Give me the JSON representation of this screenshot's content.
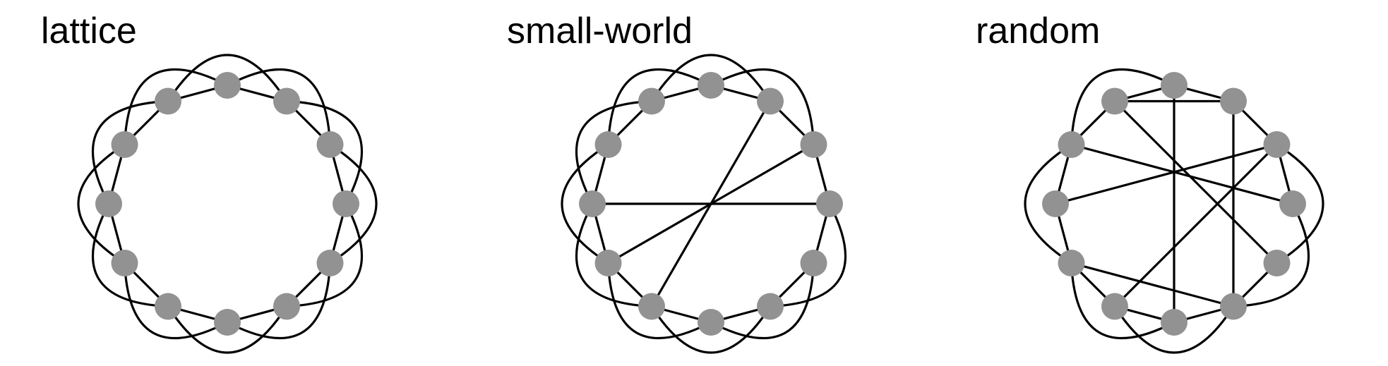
{
  "diagram": {
    "node_color": "#929292",
    "edge_color": "#000000",
    "node_count": 12,
    "panels": [
      {
        "title": "lattice",
        "ring_edges": [
          [
            0,
            1
          ],
          [
            1,
            2
          ],
          [
            2,
            3
          ],
          [
            3,
            4
          ],
          [
            4,
            5
          ],
          [
            5,
            6
          ],
          [
            6,
            7
          ],
          [
            7,
            8
          ],
          [
            8,
            9
          ],
          [
            9,
            10
          ],
          [
            10,
            11
          ],
          [
            11,
            0
          ]
        ],
        "skip_edges": [
          [
            0,
            2
          ],
          [
            1,
            3
          ],
          [
            2,
            4
          ],
          [
            3,
            5
          ],
          [
            4,
            6
          ],
          [
            5,
            7
          ],
          [
            6,
            8
          ],
          [
            7,
            9
          ],
          [
            8,
            10
          ],
          [
            9,
            11
          ],
          [
            10,
            0
          ],
          [
            11,
            1
          ]
        ],
        "chords": []
      },
      {
        "title": "small-world",
        "ring_edges": [
          [
            0,
            1
          ],
          [
            1,
            2
          ],
          [
            2,
            3
          ],
          [
            3,
            4
          ],
          [
            4,
            5
          ],
          [
            5,
            6
          ],
          [
            6,
            7
          ],
          [
            7,
            8
          ],
          [
            8,
            9
          ],
          [
            9,
            10
          ],
          [
            10,
            11
          ],
          [
            11,
            0
          ]
        ],
        "skip_edges": [
          [
            0,
            2
          ],
          [
            3,
            5
          ],
          [
            4,
            6
          ],
          [
            5,
            7
          ],
          [
            6,
            8
          ],
          [
            7,
            9
          ],
          [
            8,
            10
          ],
          [
            9,
            11
          ],
          [
            10,
            0
          ],
          [
            11,
            1
          ]
        ],
        "chords": [
          [
            1,
            7
          ],
          [
            2,
            8
          ],
          [
            3,
            9
          ]
        ]
      },
      {
        "title": "random",
        "ring_edges": [
          [
            0,
            1
          ],
          [
            1,
            2
          ],
          [
            2,
            3
          ],
          [
            4,
            5
          ],
          [
            5,
            6
          ],
          [
            6,
            7
          ],
          [
            7,
            8
          ],
          [
            8,
            9
          ],
          [
            9,
            10
          ],
          [
            10,
            11
          ],
          [
            11,
            0
          ]
        ],
        "skip_edges": [
          [
            2,
            4
          ],
          [
            3,
            5
          ],
          [
            5,
            7
          ],
          [
            6,
            8
          ],
          [
            8,
            10
          ],
          [
            10,
            0
          ]
        ],
        "chords": [
          [
            0,
            6
          ],
          [
            1,
            5
          ],
          [
            2,
            9
          ],
          [
            2,
            7
          ],
          [
            11,
            4
          ],
          [
            10,
            3
          ],
          [
            8,
            5
          ],
          [
            1,
            11
          ]
        ]
      }
    ]
  }
}
